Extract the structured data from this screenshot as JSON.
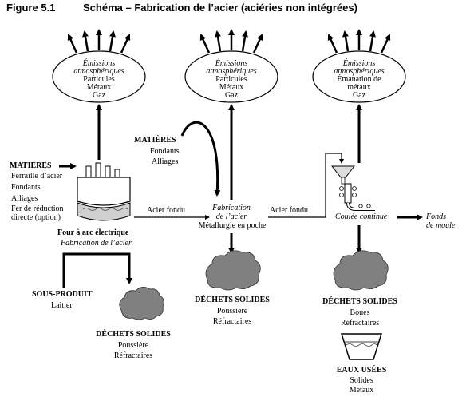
{
  "figure": {
    "number": "Figure 5.1",
    "title": "Schéma – Fabrication de l’acier (aciéries non intégrées)"
  },
  "clouds": [
    {
      "heading": "Émissions atmosphériques",
      "lines": [
        "Particules",
        "Métaux",
        "Gaz"
      ]
    },
    {
      "heading": "Émissions atmosphériques",
      "lines": [
        "Particules",
        "Métaux",
        "Gaz"
      ]
    },
    {
      "heading": "Émissions atmosphériques",
      "lines": [
        "Émanation de",
        "métaux",
        "Gaz"
      ]
    }
  ],
  "eaf": {
    "inputs_title": "MATIÈRES",
    "inputs": [
      "Ferraille d’acier",
      "Fondants",
      "Alliages",
      "Fer de réduction",
      "directe (option)"
    ],
    "name": "Four à arc électrique",
    "process": "Fabrication de l’acier",
    "byproduct_title": "SOUS-PRODUIT",
    "byproduct": "Laitier",
    "waste_title": "DÉCHETS SOLIDES",
    "waste": [
      "Poussière",
      "Réfractaires"
    ]
  },
  "ladle": {
    "inputs_title": "MATIÈRES",
    "inputs": [
      "Fondants",
      "Alliages"
    ],
    "process_line1": "Fabrication",
    "process_line2": "de l’acier",
    "name": "Métallurgie en poche",
    "waste_title": "DÉCHETS SOLIDES",
    "waste": [
      "Poussière",
      "Réfractaires"
    ]
  },
  "flows": {
    "molten_steel_1": "Acier fondu",
    "molten_steel_2": "Acier fondu"
  },
  "casting": {
    "name": "Coulée continue",
    "output_line1": "Fonds",
    "output_line2": "de moule",
    "waste_title": "DÉCHETS SOLIDES",
    "waste": [
      "Boues",
      "Réfractaires"
    ],
    "water_title": "EAUX USÉES",
    "water": [
      "Solides",
      "Métaux"
    ]
  }
}
